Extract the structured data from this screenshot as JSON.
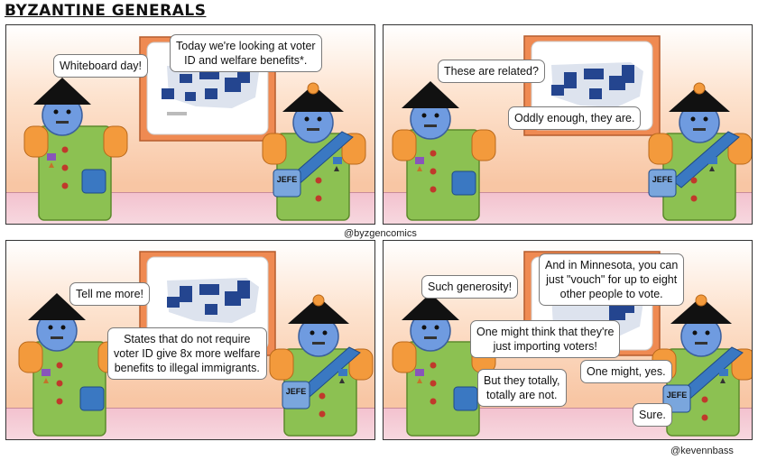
{
  "header": {
    "title": "BYZANTINE GENERALS"
  },
  "credits": {
    "mid": "@byzgencomics",
    "bottom": "@kevennbass"
  },
  "mug_label": "JEFE",
  "panels": [
    {
      "bubbles": [
        "Whiteboard day!",
        "Today we're looking at voter\nID and welfare benefits*."
      ]
    },
    {
      "bubbles": [
        "These are related?",
        "Oddly enough, they are."
      ]
    },
    {
      "bubbles": [
        "Tell me more!",
        "States that do not require\nvoter ID give 8x more welfare\nbenefits to illegal immigrants."
      ]
    },
    {
      "bubbles": [
        "Such generosity!",
        "One might think that they're\njust importing voters!",
        "But they totally,\ntotally are not.",
        "And in Minnesota, you can\njust \"vouch\" for up to eight\nother people to vote.",
        "One might, yes.",
        "Sure."
      ]
    }
  ],
  "colors": {
    "coat": "#8cc152",
    "skin": "#6f9be0",
    "hat": "#111111",
    "sash": "#3a78c2",
    "sleeve": "#f39a3c",
    "map": "#24458f",
    "frame": "#ef8a52"
  }
}
